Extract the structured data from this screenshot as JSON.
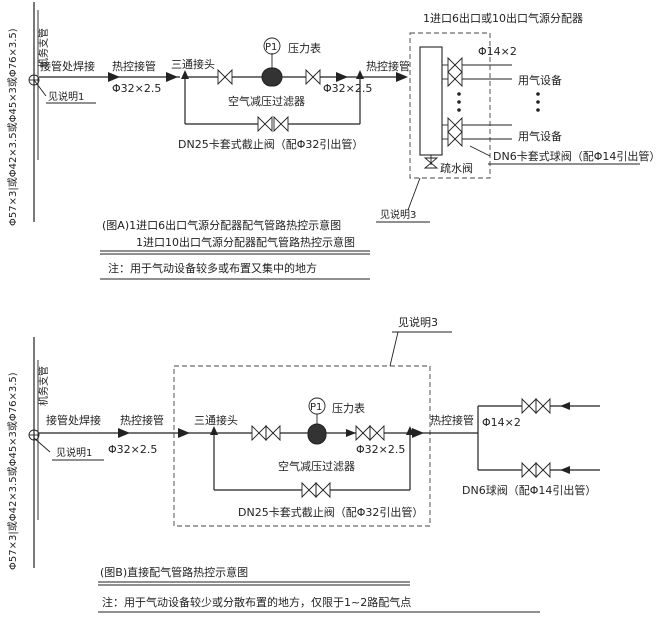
{
  "diagram_a": {
    "pipe_spec": "Φ57×3|或Φ42×3.5或Φ45×3或Φ76×3.5)",
    "branch_pipe": "机务支管",
    "weld_joint": "接管处焊接",
    "hot_pipe_1": "热控接管",
    "tee": "三通接头",
    "pressure_gauge_symbol": "P1",
    "pressure_gauge": "压力表",
    "hot_pipe_2": "热控接管",
    "distributor_title": "1进口6出口或10出口气源分配器",
    "note1_ref": "见说明1",
    "pipe_size_main": "Φ32×2.5",
    "filter": "空气减压过滤器",
    "pipe_size_after": "Φ32×2.5",
    "outlet_size": "Φ14×2",
    "equipment_1": "用气设备",
    "equipment_2": "用气设备",
    "stop_valve": "DN25卡套式截止阀（配Φ32引出管）",
    "ball_valve": "DN6卡套式球阀（配Φ14引出管）",
    "drain_valve": "疏水阀",
    "note3_ref": "见说明3",
    "caption_line1": "(图A)1进口6出口气源分配器配气管路热控示意图",
    "caption_line2": "1进口10出口气源分配器配气管路热控示意图",
    "note": "注：用于气动设备较多或布置又集中的地方"
  },
  "diagram_b": {
    "pipe_spec": "Φ57×3|或Φ42×3.5或Φ45×3或Φ76×3.5)",
    "branch_pipe": "机务支管",
    "note3_ref": "见说明3",
    "weld_joint": "接管处焊接",
    "hot_pipe_1": "热控接管",
    "tee": "三通接头",
    "pressure_gauge_symbol": "P1",
    "pressure_gauge": "压力表",
    "hot_pipe_2": "热控接管",
    "outlet_size": "Φ14×2",
    "note1_ref": "见说明1",
    "pipe_size_main": "Φ32×2.5",
    "pipe_size_after": "Φ32×2.5",
    "filter": "空气减压过滤器",
    "ball_valve": "DN6球阀（配Φ14引出管）",
    "stop_valve": "DN25卡套式截止阀（配Φ32引出管）",
    "caption": "(图B)直接配气管路热控示意图",
    "note": "注：用于气动设备较少或分散布置的地方，仅限于1~2路配气点"
  }
}
